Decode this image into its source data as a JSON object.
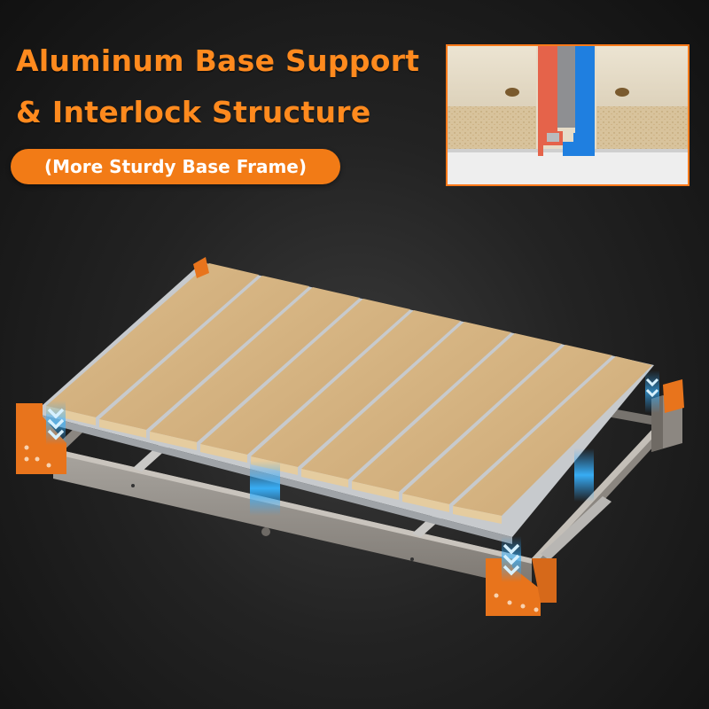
{
  "headline": {
    "line1": "Aluminum Base Support",
    "line2": "& Interlock Structure"
  },
  "subtitle": "(More Sturdy Base Frame)",
  "colors": {
    "accent_orange": "#ff8a1e",
    "pill_orange": "#f27b16",
    "bracket_orange": "#e8741c",
    "board_wood": "#d7b583",
    "rail_aluminum": "#b9bcc0",
    "glow_blue": "#2ea7ff",
    "interlock_blue": "#1f7fe0",
    "interlock_red": "#e5634a"
  },
  "icons": {
    "down_chevrons": "chevron-down-icon",
    "interlock_detail": "interlock-profile-icon"
  }
}
